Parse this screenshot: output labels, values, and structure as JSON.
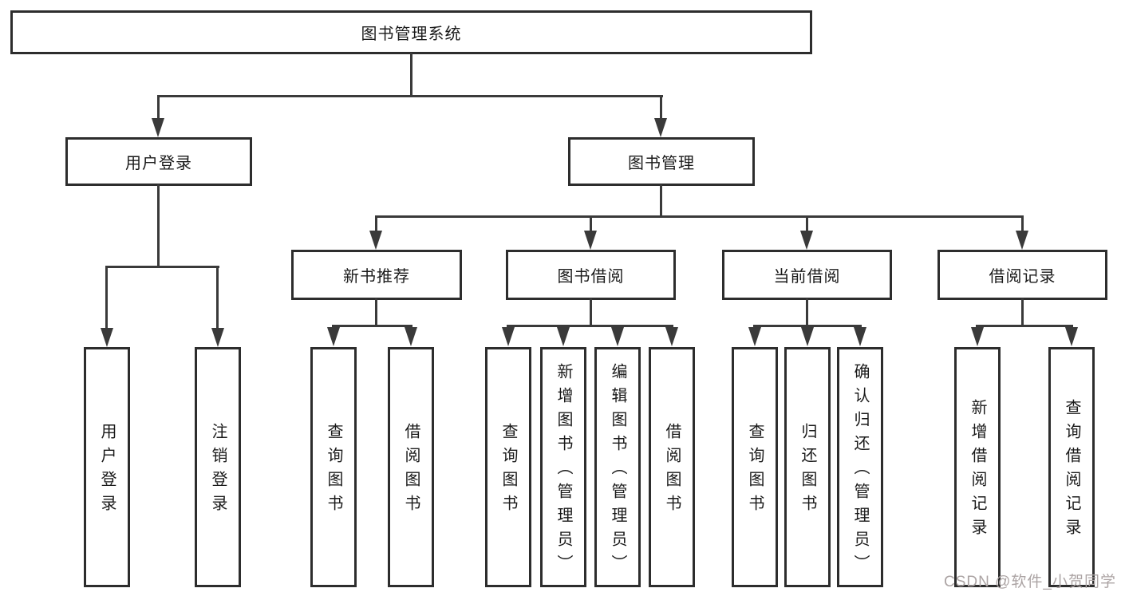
{
  "root": {
    "label": "图书管理系统"
  },
  "branches": [
    {
      "label": "用户登录",
      "leaves": [
        {
          "label": "用户登录"
        },
        {
          "label": "注销登录"
        }
      ]
    },
    {
      "label": "图书管理",
      "groups": [
        {
          "label": "新书推荐",
          "leaves": [
            {
              "label": "查询图书"
            },
            {
              "label": "借阅图书"
            }
          ]
        },
        {
          "label": "图书借阅",
          "leaves": [
            {
              "label": "查询图书"
            },
            {
              "label": "新增图书（管理员）"
            },
            {
              "label": "编辑图书（管理员）"
            },
            {
              "label": "借阅图书"
            }
          ]
        },
        {
          "label": "当前借阅",
          "leaves": [
            {
              "label": "查询图书"
            },
            {
              "label": "归还图书"
            },
            {
              "label": "确认归还（管理员）"
            }
          ]
        },
        {
          "label": "借阅记录",
          "leaves": [
            {
              "label": "新增借阅记录"
            },
            {
              "label": "查询借阅记录"
            }
          ]
        }
      ]
    }
  ],
  "watermark": "CSDN @软件_小贺同学",
  "colors": {
    "line": "#3a3a3a",
    "box_border": "#2d2d2d",
    "text": "#1a1a1a",
    "watermark": "#aca4a4",
    "background": "#ffffff"
  }
}
